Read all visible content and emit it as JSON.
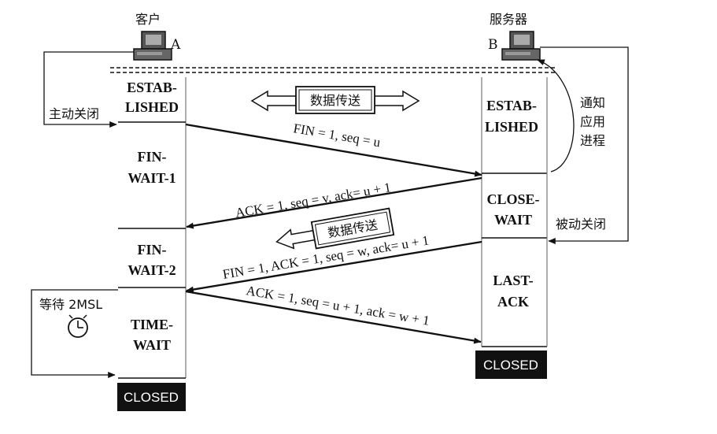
{
  "hosts": {
    "client": {
      "title": "客户",
      "letter": "A"
    },
    "server": {
      "title": "服务器",
      "letter": "B"
    }
  },
  "labels": {
    "active_close": "主动关闭",
    "passive_close": "被动关闭",
    "notify_line1": "通知",
    "notify_line2": "应用",
    "notify_line3": "进程",
    "data_transfer": "数据传送",
    "wait_2msl": "等待 2MSL"
  },
  "client_states": {
    "established_1": "ESTAB-",
    "established_2": "LISHED",
    "fin_wait1_1": "FIN-",
    "fin_wait1_2": "WAIT-1",
    "fin_wait2_1": "FIN-",
    "fin_wait2_2": "WAIT-2",
    "time_wait_1": "TIME-",
    "time_wait_2": "WAIT",
    "closed": "CLOSED"
  },
  "server_states": {
    "established_1": "ESTAB-",
    "established_2": "LISHED",
    "close_wait_1": "CLOSE-",
    "close_wait_2": "WAIT",
    "last_ack_1": "LAST-",
    "last_ack_2": "ACK",
    "closed": "CLOSED"
  },
  "messages": {
    "m1": "FIN = 1, seq = u",
    "m2": "ACK = 1, seq = v, ack= u + 1",
    "m3": "FIN = 1, ACK = 1, seq = w, ack= u + 1",
    "m4": "ACK = 1, seq = u + 1, ack = w + 1"
  }
}
